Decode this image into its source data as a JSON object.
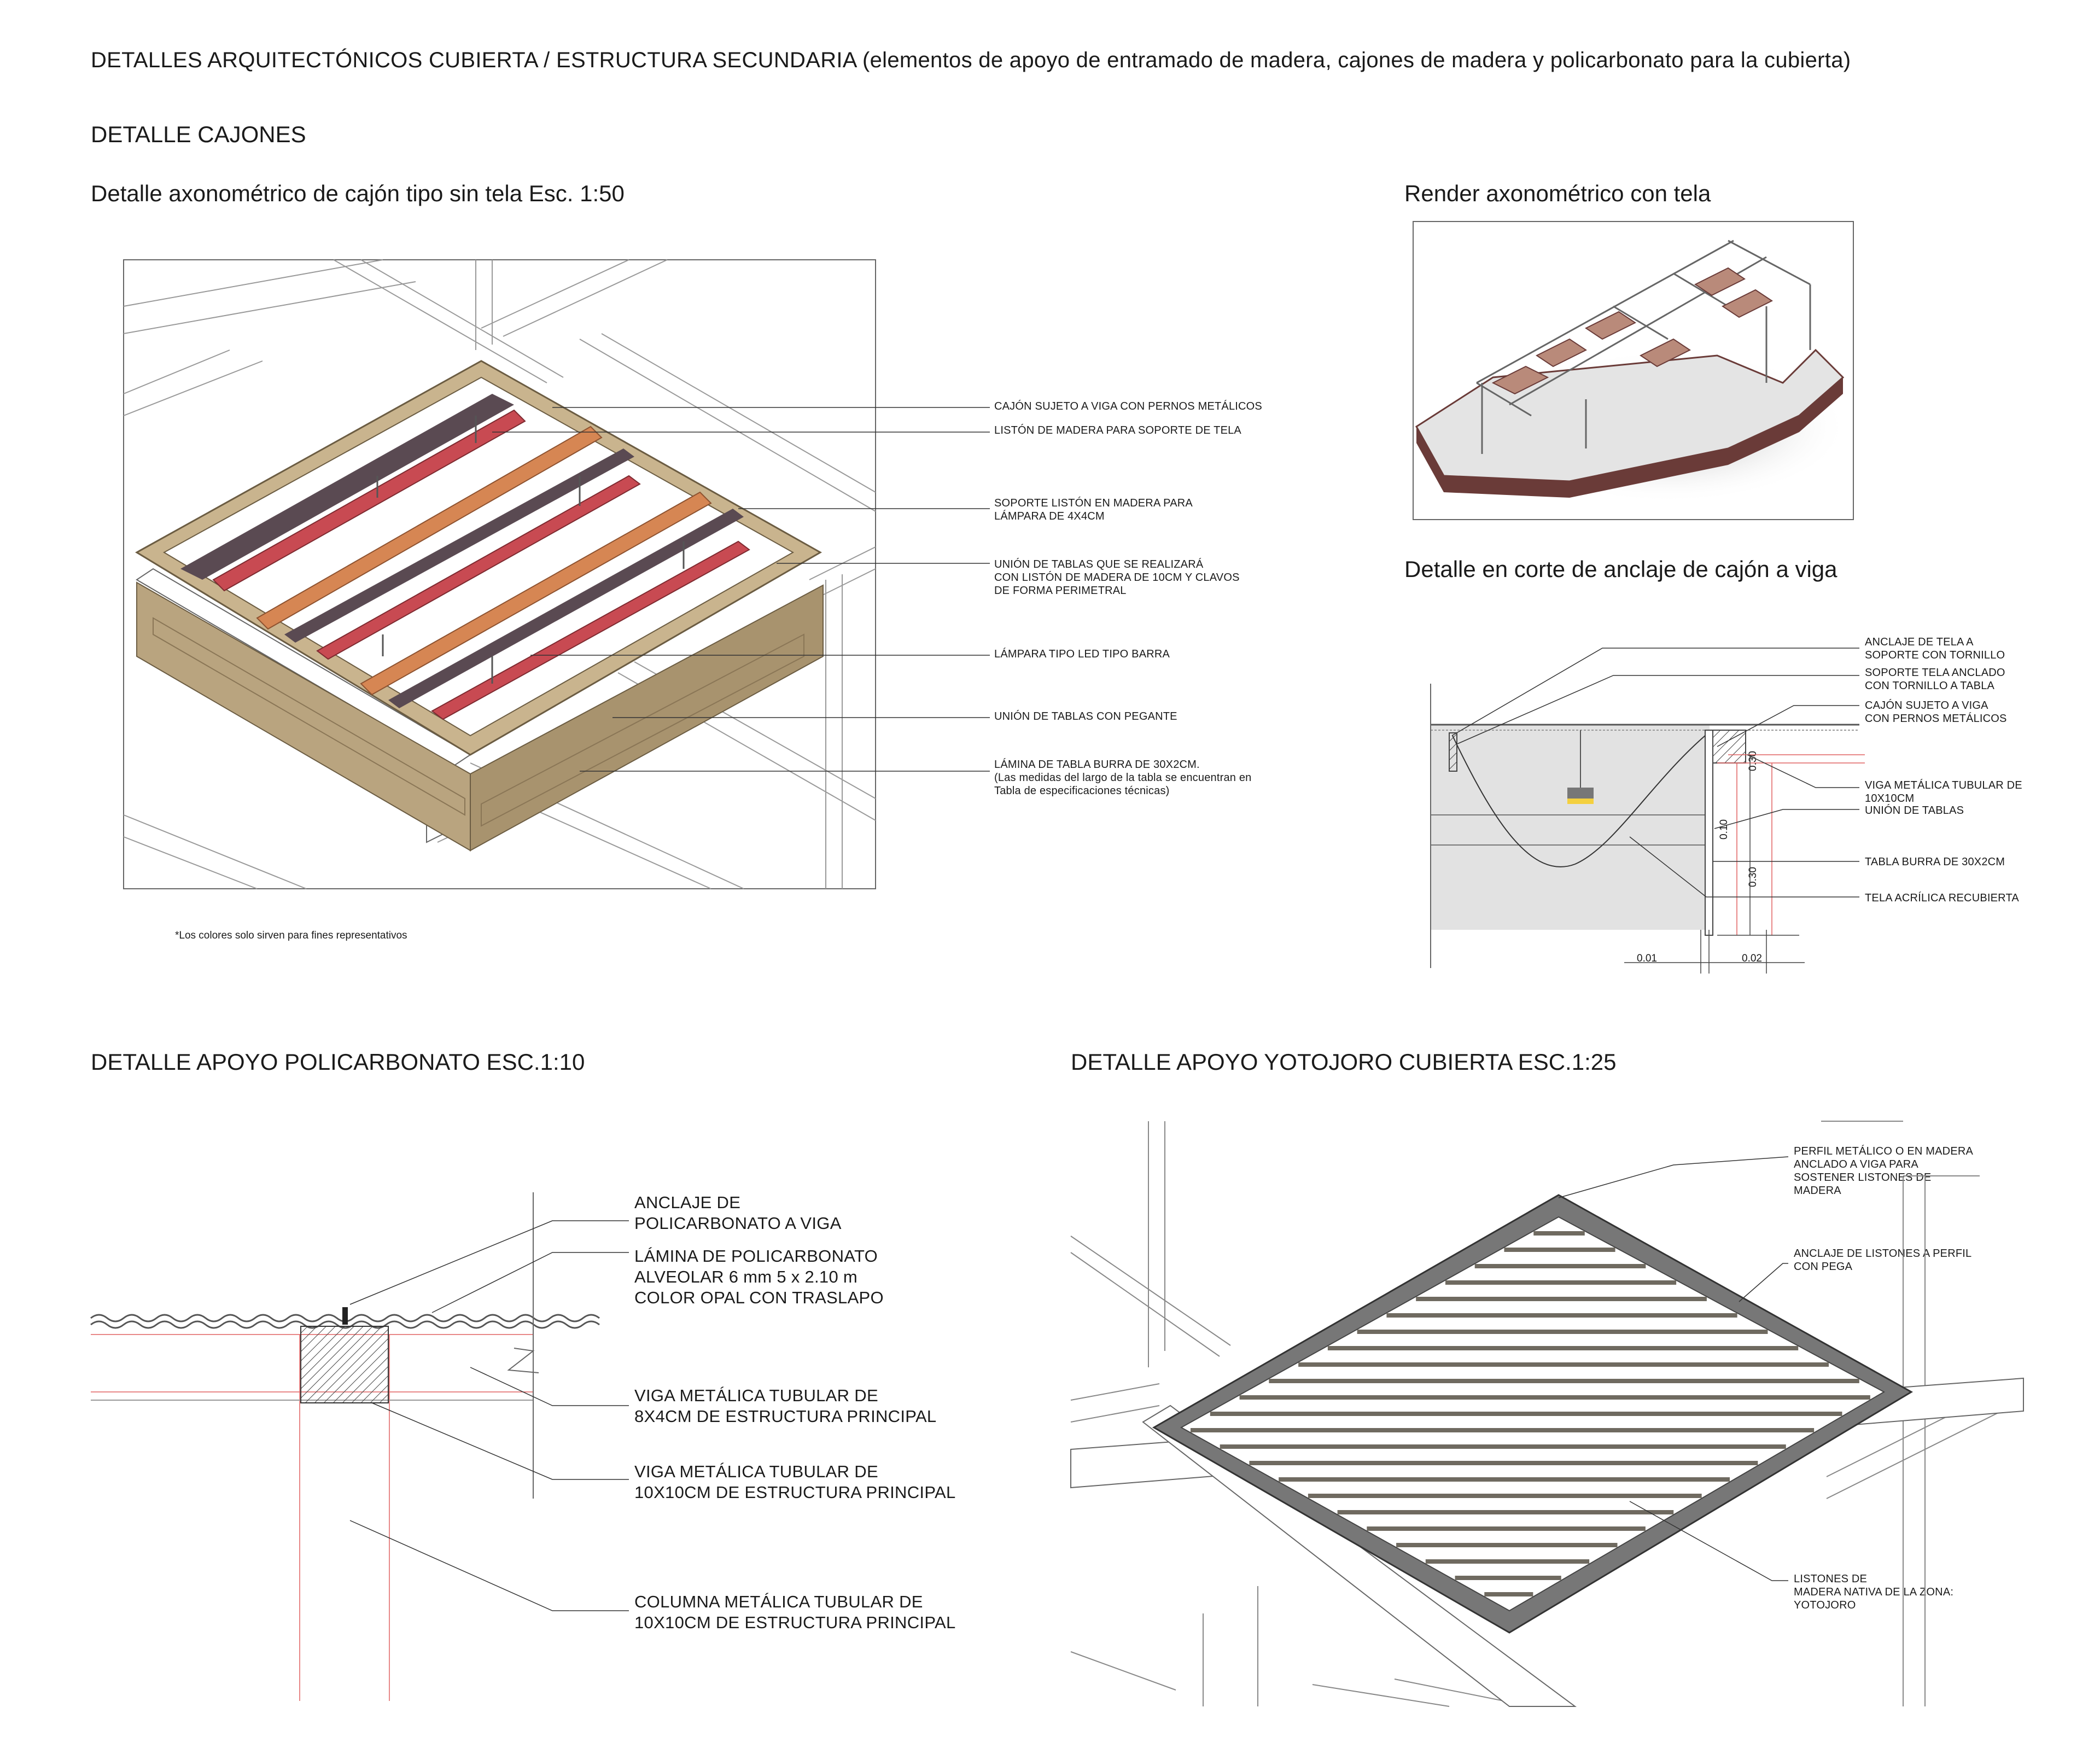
{
  "title": "DETALLES ARQUITECTÓNICOS CUBIERTA / ESTRUCTURA SECUNDARIA (elementos de apoyo de entramado de madera, cajones de madera y policarbonato para la cubierta)",
  "section_cajones": "DETALLE CAJONES",
  "axo": {
    "title": "Detalle axonométrico de cajón tipo sin tela Esc. 1:50",
    "labels": [
      [
        "CAJÓN SUJETO A VIGA CON PERNOS METÁLICOS"
      ],
      [
        "LISTÓN DE MADERA PARA SOPORTE DE TELA"
      ],
      [
        "SOPORTE LISTÓN EN MADERA PARA",
        "LÁMPARA DE 4X4CM"
      ],
      [
        "UNIÓN DE TABLAS QUE SE REALIZARÁ",
        "CON LISTÓN DE MADERA DE 10CM Y CLAVOS",
        "DE FORMA PERIMETRAL"
      ],
      [
        "LÁMPARA TIPO LED TIPO BARRA"
      ],
      [
        "UNIÓN DE TABLAS CON PEGANTE"
      ],
      [
        "LÁMINA DE TABLA BURRA DE 30X2CM.",
        "(Las medidas del largo de la tabla se encuentran en",
        "Tabla de especificaciones técnicas)"
      ]
    ],
    "note": "*Los colores solo sirven para fines representativos"
  },
  "render": {
    "title": "Render axonométrico con tela"
  },
  "corte": {
    "title": "Detalle en corte de anclaje de cajón a viga",
    "labels": [
      [
        "ANCLAJE DE TELA A",
        "SOPORTE CON TORNILLO"
      ],
      [
        "SOPORTE TELA ANCLADO",
        "CON TORNILLO A TABLA"
      ],
      [
        "CAJÓN SUJETO A VIGA",
        "CON PERNOS METÁLICOS"
      ],
      [
        "VIGA METÁLICA TUBULAR DE",
        "10X10CM"
      ],
      [
        "UNIÓN DE TABLAS"
      ],
      [
        "TABLA BURRA DE 30X2CM"
      ],
      [
        "TELA ACRÍLICA RECUBIERTA"
      ]
    ],
    "dims": [
      "0.30",
      "0.10",
      "0.30",
      "0.01",
      "0.02"
    ]
  },
  "policarbonato": {
    "title": "DETALLE APOYO POLICARBONATO ESC.1:10",
    "labels": [
      [
        "ANCLAJE DE",
        "POLICARBONATO A VIGA"
      ],
      [
        "LÁMINA DE POLICARBONATO",
        "ALVEOLAR 6 mm 5 x 2.10 m",
        "COLOR OPAL CON TRASLAPO"
      ],
      [
        "VIGA METÁLICA TUBULAR DE",
        "8X4CM DE ESTRUCTURA PRINCIPAL"
      ],
      [
        "VIGA METÁLICA TUBULAR DE",
        "10X10CM DE ESTRUCTURA PRINCIPAL"
      ],
      [
        "COLUMNA METÁLICA TUBULAR DE",
        "10X10CM DE ESTRUCTURA PRINCIPAL"
      ]
    ]
  },
  "yotojoro": {
    "title": "DETALLE APOYO YOTOJORO CUBIERTA ESC.1:25",
    "labels": [
      [
        "PERFIL METÁLICO O EN MADERA",
        "ANCLADO A VIGA PARA",
        "SOSTENER LISTONES DE",
        "MADERA"
      ],
      [
        "ANCLAJE DE LISTONES A PERFIL",
        "CON PEGA"
      ],
      [
        "LISTONES DE",
        "MADERA NATIVA DE LA ZONA:",
        "YOTOJORO"
      ]
    ]
  },
  "colors": {
    "box": "#b9a47f",
    "box_dark": "#9a8561",
    "batten_red": "#c84a52",
    "batten_orange": "#d68653",
    "led": "#5a4a52",
    "fill_gray": "#e2e2e2",
    "render_brown": "#6a3b38",
    "accent_red": "#e06060"
  }
}
